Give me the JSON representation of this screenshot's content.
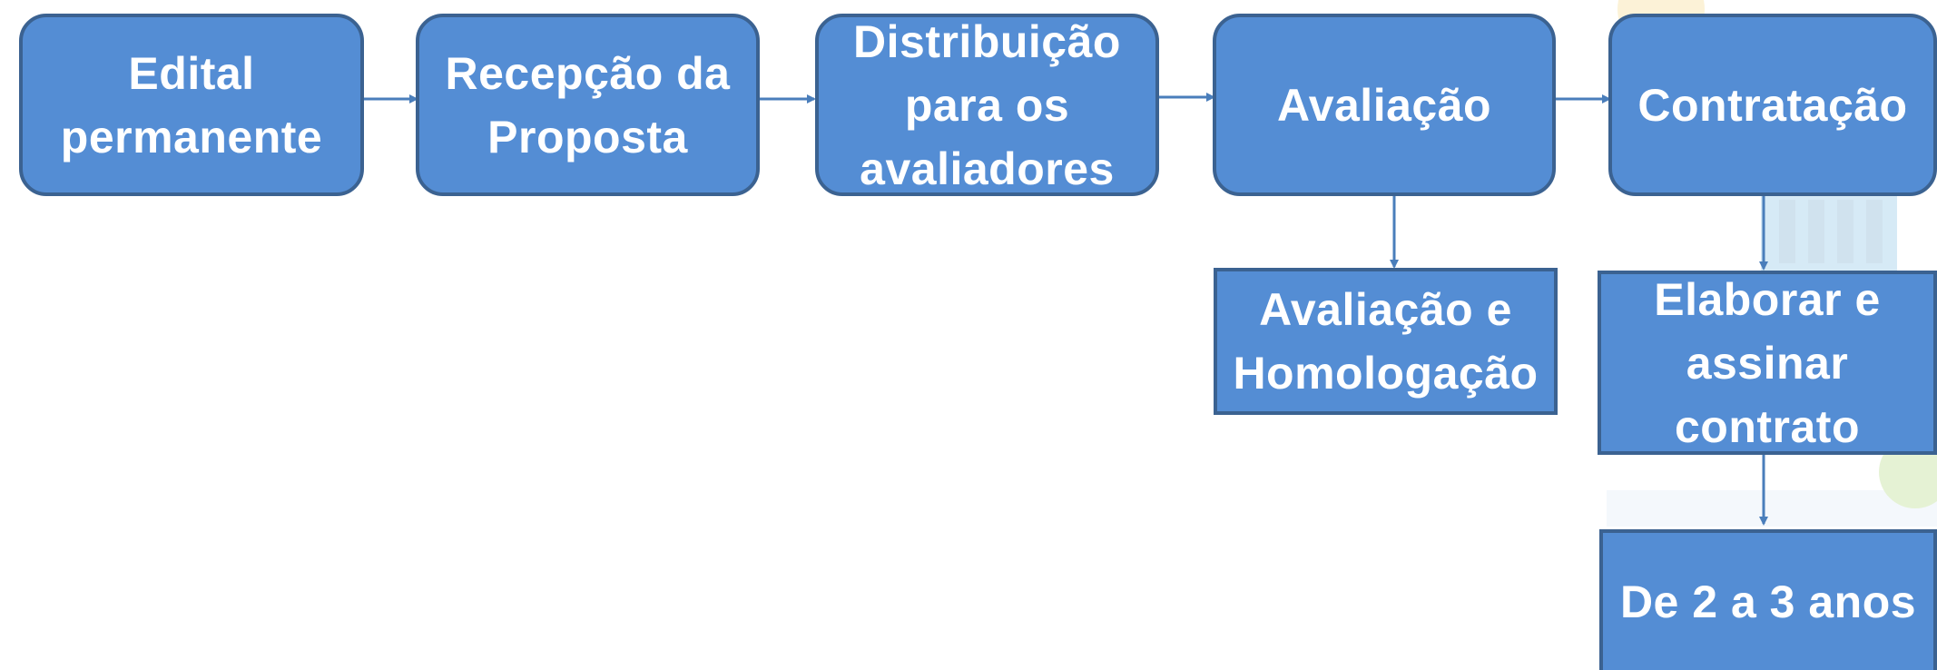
{
  "diagram": {
    "colors": {
      "node_fill": "#548dd4",
      "node_border": "#3b6291",
      "node_text": "#ffffff",
      "connector": "#4a7ebb"
    },
    "main_flow": [
      {
        "id": "edital",
        "label": "Edital\npermanente"
      },
      {
        "id": "recepcao",
        "label": "Recepção da\nProposta"
      },
      {
        "id": "distribuicao",
        "label": "Distribuição\npara os\navaliadores"
      },
      {
        "id": "avaliacao",
        "label": "Avaliação"
      },
      {
        "id": "contratacao",
        "label": "Contratação"
      }
    ],
    "sub_steps": {
      "avaliacao_homologacao": "Avaliação e\nHomologação",
      "elaborar_contrato": "Elaborar e\nassinar\ncontrato",
      "duracao": "De 2 a 3 anos"
    }
  }
}
